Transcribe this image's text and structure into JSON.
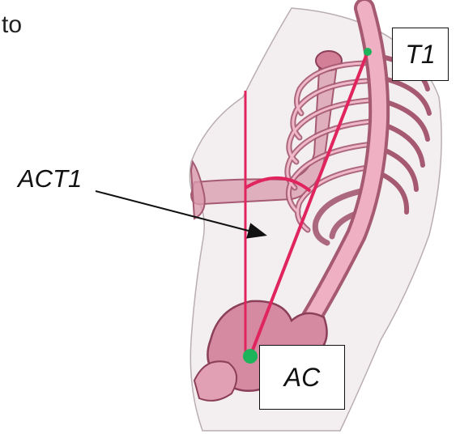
{
  "text_fragment": "to",
  "labels": {
    "t1": "T1",
    "ac": "AC",
    "angle": "ACT1"
  },
  "colors": {
    "line": "#e0245e",
    "marker": "#1db35a",
    "bone": "#e8a3b8",
    "bone_dark": "#a55a72",
    "body": "#d6cbcf"
  }
}
